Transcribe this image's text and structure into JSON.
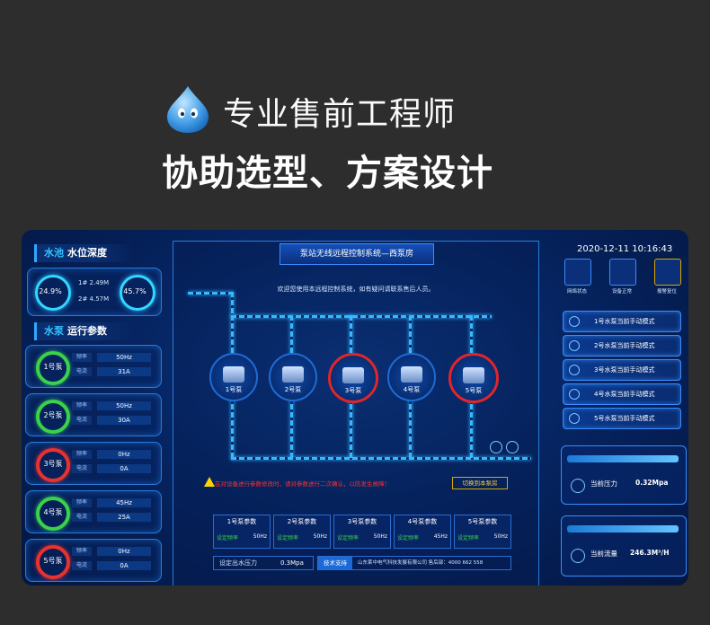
{
  "promo": {
    "line1": "专业售前工程师",
    "line2": "协助选型、方案设计"
  },
  "left": {
    "pool_title_hl": "水池",
    "pool_title": "水位深度",
    "gauge1_val": "24.9%",
    "gauge2_val": "45.7%",
    "level1": "1#  2.49M",
    "level2": "2#  4.57M",
    "pump_title_hl": "水泵",
    "pump_title": "运行参数",
    "freq_label": "频率",
    "current_label": "电流",
    "pumps": [
      {
        "name": "1号泵",
        "freq": "50Hz",
        "current": "31A",
        "state": "green"
      },
      {
        "name": "2号泵",
        "freq": "50Hz",
        "current": "30A",
        "state": "green"
      },
      {
        "name": "3号泵",
        "freq": "0Hz",
        "current": "0A",
        "state": "red"
      },
      {
        "name": "4号泵",
        "freq": "45Hz",
        "current": "25A",
        "state": "green"
      },
      {
        "name": "5号泵",
        "freq": "0Hz",
        "current": "0A",
        "state": "red"
      }
    ]
  },
  "center": {
    "title": "泵站无线远程控制系统—西泵房",
    "welcome": "欢迎您使用本远程控制系统，如有疑问请联系售后人员。",
    "pumps": [
      {
        "label": "1号泵",
        "state": "normal"
      },
      {
        "label": "2号泵",
        "state": "normal"
      },
      {
        "label": "3号泵",
        "state": "alarm"
      },
      {
        "label": "4号泵",
        "state": "normal"
      },
      {
        "label": "5号泵",
        "state": "alarm"
      }
    ],
    "warning": "在对设备进行参数修改时，请对参数进行二次确认，以防发生故障！",
    "switch_button": "切换到本泵房",
    "param_label": "设定频率",
    "params": [
      {
        "title": "1号泵参数",
        "value": "50Hz"
      },
      {
        "title": "2号泵参数",
        "value": "50Hz"
      },
      {
        "title": "3号泵参数",
        "value": "50Hz"
      },
      {
        "title": "4号泵参数",
        "value": "45Hz"
      },
      {
        "title": "5号泵参数",
        "value": "50Hz"
      }
    ],
    "outlet_label": "设定出水压力",
    "outlet_value": "0.3Mpa",
    "support_label": "技术支持",
    "support_text": "山东莱中电气科技发展有限公司  售后部：4000 662 558"
  },
  "right": {
    "datetime": "2020-12-11 10:16:43",
    "icons": [
      {
        "label": "网络状态",
        "icon": "network-icon"
      },
      {
        "label": "设备正常",
        "icon": "device-ok-icon"
      },
      {
        "label": "报警复位",
        "icon": "alarm-reset-icon"
      }
    ],
    "modes": [
      "1号水泵当前手动模式",
      "2号水泵当前手动模式",
      "3号水泵当前手动模式",
      "4号水泵当前手动模式",
      "5号水泵当前手动模式"
    ],
    "pressure_label": "当前压力",
    "pressure_value": "0.32Mpa",
    "flow_label": "当前流量",
    "flow_value": "246.3M³/H"
  },
  "colors": {
    "accent": "#37b9ff",
    "ok": "#3ad24a",
    "alarm": "#e0262a",
    "warning": "#ff3030"
  }
}
